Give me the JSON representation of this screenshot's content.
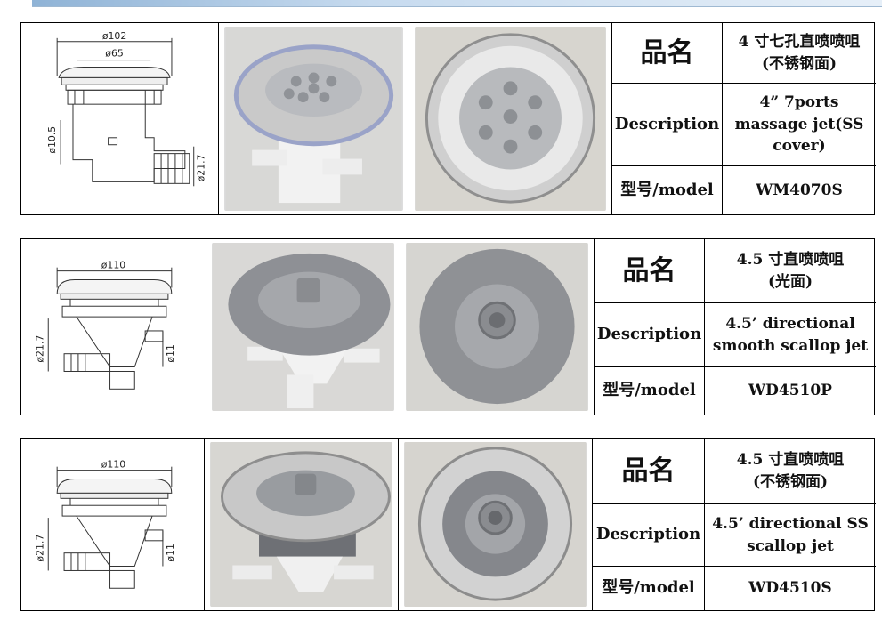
{
  "products": [
    {
      "drawing_dims": [
        "ø102",
        "ø65",
        "ø10.5",
        "ø21.7"
      ],
      "name_label": "品名",
      "name_value": "4 寸七孔直喷喷咀\n(不锈钢面)",
      "desc_label": "Description",
      "desc_value": "4” 7ports massage jet(SS cover)",
      "model_label": "型号/model",
      "model_value": "WM4070S"
    },
    {
      "drawing_dims": [
        "ø110",
        "ø21.7",
        "ø11"
      ],
      "name_label": "品名",
      "name_value": "4.5 寸直喷喷咀\n(光面)",
      "desc_label": "Description",
      "desc_value": "4.5’ directional smooth scallop jet",
      "model_label": "型号/model",
      "model_value": "WD4510P"
    },
    {
      "drawing_dims": [
        "ø110",
        "ø21.7",
        "ø11"
      ],
      "name_label": "品名",
      "name_value": "4.5 寸直喷喷咀\n(不锈钢面)",
      "desc_label": "Description",
      "desc_value": "4.5’ directional SS scallop jet",
      "model_label": "型号/model",
      "model_value": "WD4510S"
    }
  ]
}
